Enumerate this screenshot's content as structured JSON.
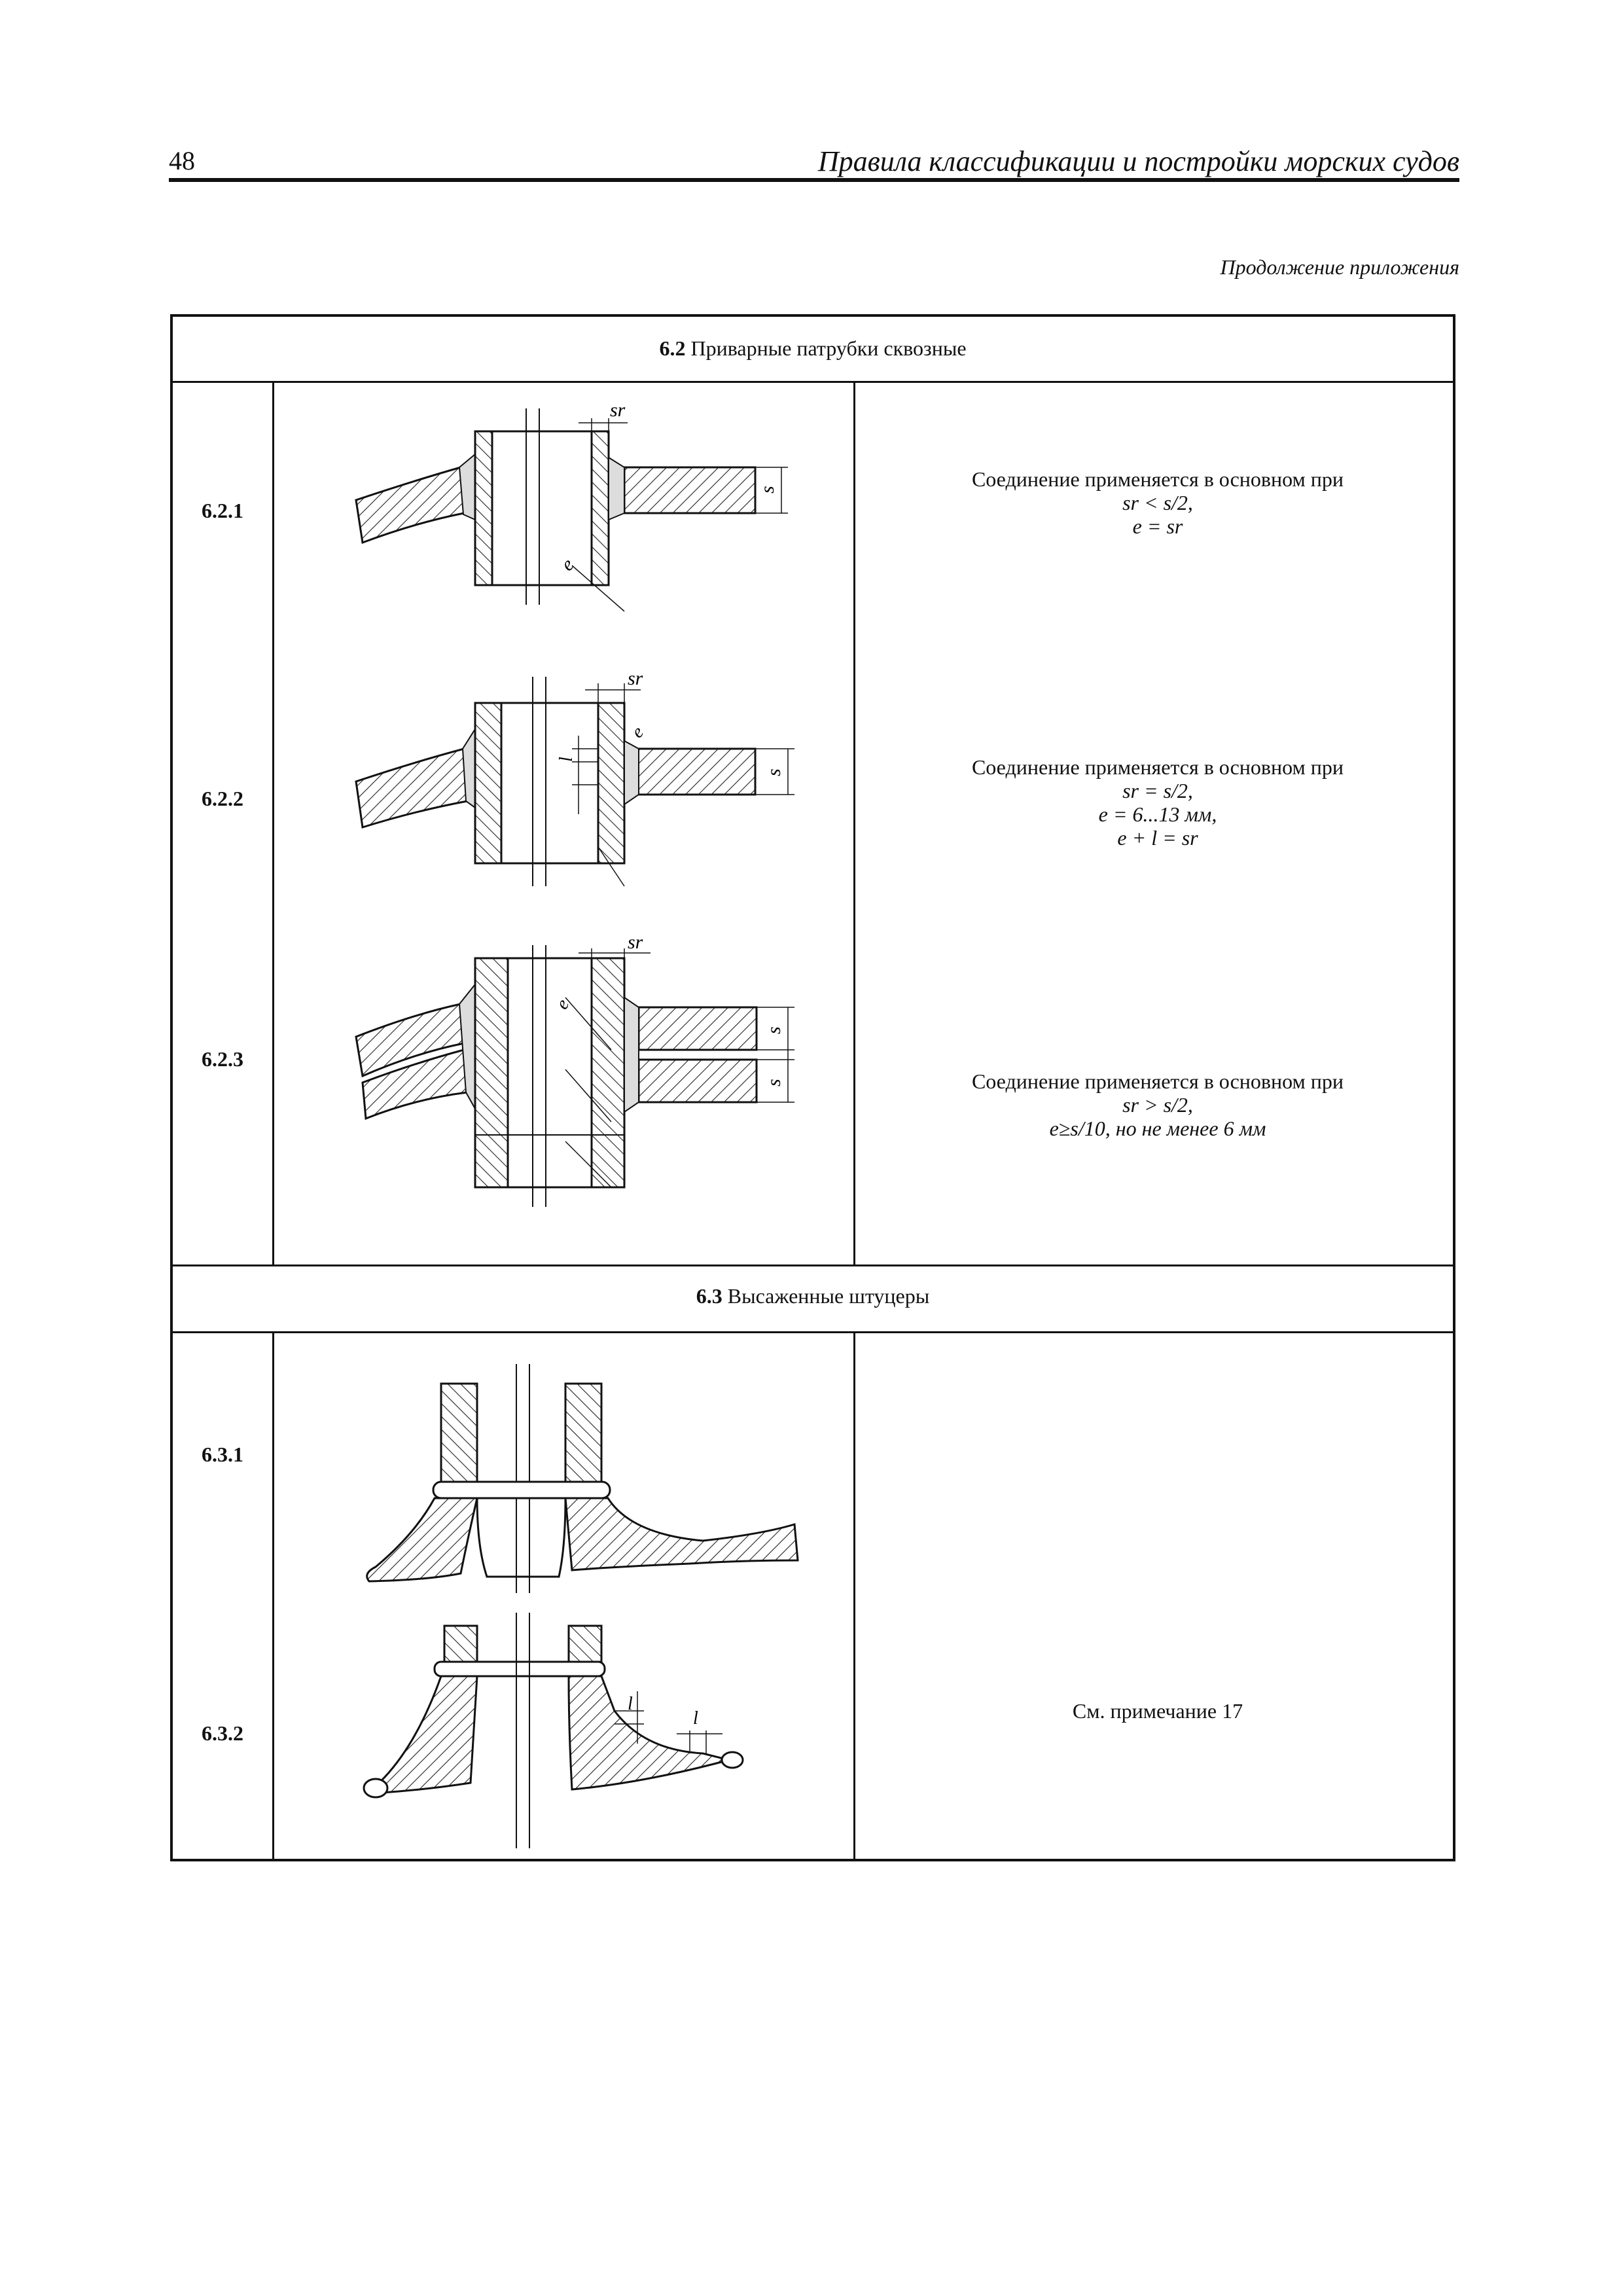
{
  "header": {
    "page_number": "48",
    "running_title": "Правила классификации и постройки морских судов",
    "continuation": "Продолжение приложения"
  },
  "sections": [
    {
      "number": "6.2",
      "title": "Приварные патрубки сквозные",
      "rows": [
        {
          "id": "6.2.1",
          "description": [
            "Соединение применяется в основном при",
            "sr < s/2,",
            "e = sr"
          ],
          "labels": {
            "sr": "sr",
            "s": "s",
            "e": "e"
          }
        },
        {
          "id": "6.2.2",
          "description": [
            "Соединение применяется в основном при",
            "sr = s/2,",
            "e = 6...13 мм,",
            "e + l = sr"
          ],
          "labels": {
            "sr": "sr",
            "s": "s",
            "e": "e",
            "l": "l"
          }
        },
        {
          "id": "6.2.3",
          "description": [
            "Соединение применяется в основном при",
            "sr > s/2,",
            "e≥s/10, но не менее 6 мм"
          ],
          "labels": {
            "sr": "sr",
            "s": "s",
            "e": "e"
          }
        }
      ]
    },
    {
      "number": "6.3",
      "title": "Высаженные штуцеры",
      "rows": [
        {
          "id": "6.3.1",
          "description": []
        },
        {
          "id": "6.3.2",
          "description": [
            "См. примечание 17"
          ],
          "labels": {
            "l": "l"
          }
        }
      ]
    }
  ]
}
